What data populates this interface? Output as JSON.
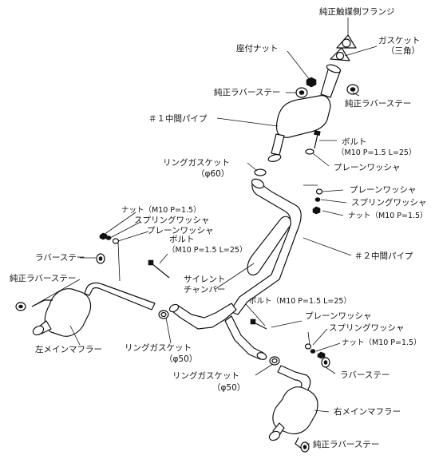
{
  "labels": {
    "oem_catalyst_flange": "純正触媒側フランジ",
    "gasket_top": "ガスケット",
    "gasket_top_sub": "（三角）",
    "seat_nut": "座付ナット",
    "oem_rubber_stay_top_left": "純正ラバーステー",
    "oem_rubber_stay_top_right": "純正ラバーステー",
    "no1_mid_pipe": "＃１中間パイプ",
    "bolt_top": "ボルト",
    "bolt_top_spec": "（M10 P=1.5 L=25）",
    "plain_washer_top": "プレーンワッシャ",
    "ring_gasket_60": "リングガスケット",
    "ring_gasket_60_size": "（φ60）",
    "plain_washer_mid": "プレーンワッシャ",
    "spring_washer_mid": "スプリングワッシャ",
    "nut_mid_right": "ナット（M10 P=1.5）",
    "nut_left": "ナット（M10 P=1.5）",
    "spring_washer_left": "スプリングワッシャ",
    "plain_washer_left": "プレーンワッシャ",
    "bolt_left": "ボルト",
    "bolt_left_spec": "（M10 P=1.5 L=25）",
    "rubber_stay_left": "ラバーステー",
    "no2_mid_pipe": "＃２中間パイプ",
    "oem_rubber_stay_left": "純正ラバーステー",
    "silent_chamber_1": "サイレント",
    "silent_chamber_2": "チャンバー",
    "bolt_lower": "ボルト（M10 P=1.5 L=25）",
    "plain_washer_lower": "プレーンワッシャ",
    "spring_washer_lower": "スプリングワッシャ",
    "nut_lower": "ナット（M10 P=1.5）",
    "left_main_muffler": "左メインマフラー",
    "ring_gasket_50_left": "リングガスケット",
    "ring_gasket_50_left_size": "（φ50）",
    "rubber_stay_right": "ラバーステー",
    "ring_gasket_50_right": "リングガスケット",
    "ring_gasket_50_right_size": "（φ50）",
    "right_main_muffler": "右メインマフラー",
    "oem_rubber_stay_bottom": "純正ラバーステー"
  }
}
